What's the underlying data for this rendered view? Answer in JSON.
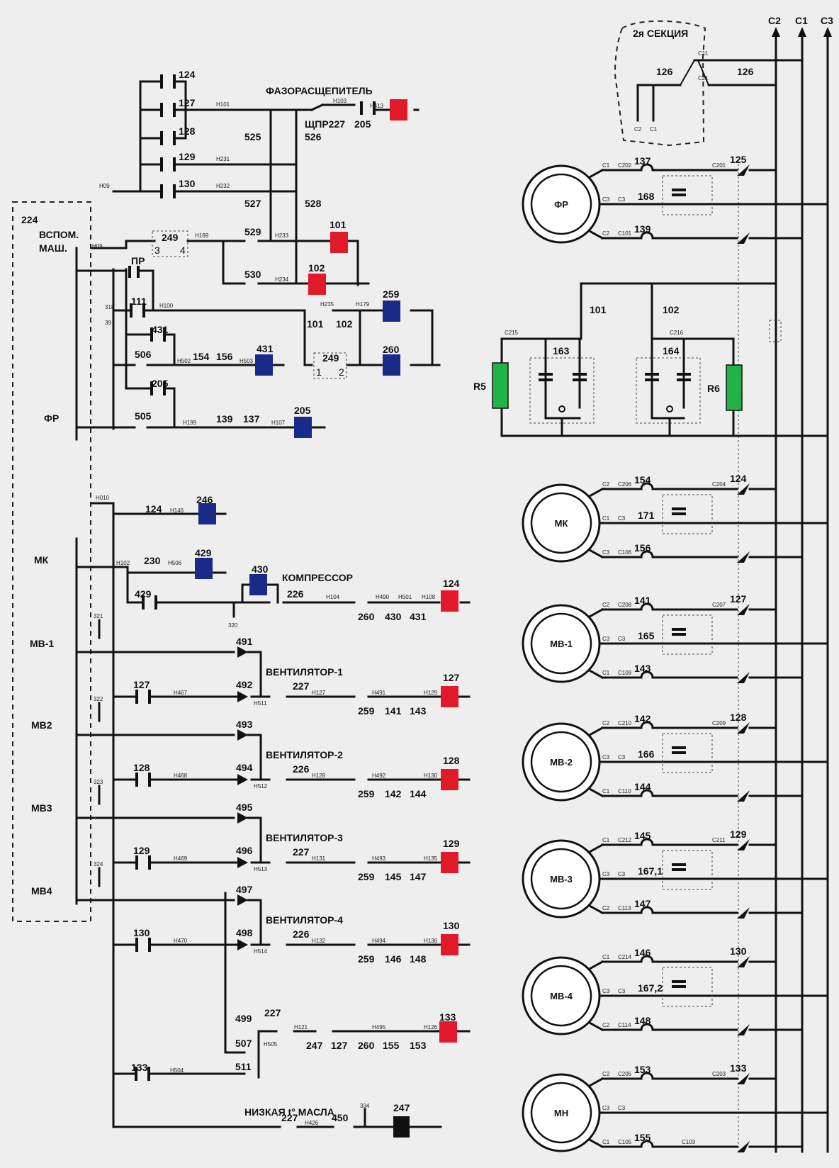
{
  "bus": {
    "c2": "C2",
    "c1": "C1",
    "c3": "C3"
  },
  "section2": {
    "title": "2я СЕКЦИЯ",
    "num_left": "126",
    "num_right": "126",
    "c11": "C11",
    "c21": "C21",
    "c2": "C2",
    "c1": "C1"
  },
  "control": {
    "phase_splitter": "ФАЗОРАСЩЕПИТЕЛЬ",
    "shchpr": "ЩПР227",
    "n205": "205",
    "aux_box": "224",
    "aux_label_1": "ВСПОМ.",
    "aux_label_2": "МАШ.",
    "pr": "ПР",
    "fr": "ФР",
    "mk": "МК",
    "mv1": "МВ-1",
    "mv2": "МВ2",
    "mv3": "МВ3",
    "mv4": "МВ4",
    "compressor": "КОМПРЕССОР",
    "fan1": "ВЕНТИЛЯТОР-1",
    "fan2": "ВЕНТИЛЯТОР-2",
    "fan3": "ВЕНТИЛЯТОР-3",
    "fan4": "ВЕНТИЛЯТОР-4",
    "low_oil": "НИЗКАЯ t° МАСЛА"
  },
  "contacts_top": [
    "124",
    "127",
    "128",
    "129",
    "130"
  ],
  "wires": {
    "h101": "H101",
    "h103": "H103",
    "h413": "H413",
    "h231": "H231",
    "h232": "H232",
    "h09a": "H09",
    "h09b": "H09",
    "h169": "H169",
    "h233": "H233",
    "h234": "H234",
    "h100": "H100",
    "h235": "H235",
    "h179": "H179",
    "h502": "H502",
    "h503": "H503",
    "h199": "H199",
    "h107": "H107",
    "h010": "H010",
    "h146": "H146",
    "h102": "H102",
    "h506": "H506",
    "h104": "H104",
    "h490": "H490",
    "h501": "H501",
    "h108": "H108",
    "h467": "H467",
    "h511": "H511",
    "h127": "H127",
    "h491": "H491",
    "h129": "H129",
    "h468": "H468",
    "h512": "H512",
    "h128": "H128",
    "h492": "H492",
    "h130": "H130",
    "h469": "H469",
    "h513": "H513",
    "h131": "H131",
    "h493": "H493",
    "h135": "H135",
    "h470": "H470",
    "h514": "H514",
    "h132": "H132",
    "h494": "H494",
    "h136": "H136",
    "h121": "H121",
    "h495": "H495",
    "h126": "H126",
    "h505": "H505",
    "h504": "H504",
    "h426": "H426"
  },
  "nums": {
    "d525": "525",
    "d526": "526",
    "d527": "527",
    "d528": "528",
    "d529": "529",
    "d530": "530",
    "k249a": "249",
    "k249a_3": "3",
    "k249a_4": "4",
    "coil101": "101",
    "coil102": "102",
    "n111": "111",
    "n101": "101",
    "n102": "102",
    "coil259": "259",
    "coil260": "260",
    "k249b": "249",
    "k249b_1": "1",
    "k249b_2": "2",
    "n318": "318",
    "n39": "39",
    "n431": "431",
    "d506": "506",
    "n154": "154",
    "n156": "156",
    "coil431": "431",
    "n205b": "205",
    "d505": "505",
    "n139": "139",
    "n137": "137",
    "coil205": "205",
    "n124": "124",
    "coil246": "246",
    "n230": "230",
    "coil429": "429",
    "coil430": "430",
    "n429": "429",
    "n226a": "226",
    "n320": "320",
    "c260": "260",
    "c430": "430",
    "c431": "431",
    "coil124": "124",
    "n321": "321",
    "d491": "491",
    "n127": "127",
    "d492": "492",
    "n227a": "227",
    "s259a": "259",
    "s141": "141",
    "s143": "143",
    "coil127": "127",
    "n322": "322",
    "d493": "493",
    "n128": "128",
    "d494": "494",
    "n226b": "226",
    "s259b": "259",
    "s142": "142",
    "s144": "144",
    "coil128": "128",
    "n323": "323",
    "d495": "495",
    "n129": "129",
    "d496": "496",
    "n227b": "227",
    "s259c": "259",
    "s145": "145",
    "s147": "147",
    "coil129": "129",
    "n324": "324",
    "d497": "497",
    "n130": "130",
    "d498": "498",
    "n226c": "226",
    "s259d": "259",
    "s146": "146",
    "s148": "148",
    "coil130": "130",
    "d499": "499",
    "n227c": "227",
    "d507": "507",
    "s247": "247",
    "s127": "127",
    "s260": "260",
    "s155": "155",
    "s153": "153",
    "coil133": "133",
    "n133": "133",
    "d511": "511",
    "n334": "334",
    "n227d": "227",
    "n450": "450",
    "coil247": "247"
  },
  "power": {
    "fr": {
      "name": "ФР",
      "cap": "168",
      "top_num": "137",
      "k": "125",
      "low_num": "139",
      "w1": "C1",
      "w2": "C202",
      "w3": "C201",
      "w4": "C3",
      "w5": "C3",
      "w6": "C2",
      "w7": "C101"
    },
    "mk": {
      "name": "МК",
      "cap": "171",
      "top_num": "154",
      "k": "124",
      "low_num": "156",
      "w1": "C2",
      "w2": "C206",
      "w3": "C204",
      "w4": "C1",
      "w5": "C3",
      "w6": "C3",
      "w7": "C106"
    },
    "mv1": {
      "name": "МВ-1",
      "cap": "165",
      "top_num": "141",
      "k": "127",
      "low_num": "143",
      "w1": "C2",
      "w2": "C208",
      "w3": "C207",
      "w4": "C3",
      "w5": "C3",
      "w6": "C1",
      "w7": "C109"
    },
    "mv2": {
      "name": "МВ-2",
      "cap": "166",
      "top_num": "142",
      "k": "128",
      "low_num": "144",
      "w1": "C2",
      "w2": "C210",
      "w3": "C209",
      "w4": "C3",
      "w5": "C3",
      "w6": "C1",
      "w7": "C110"
    },
    "mv3": {
      "name": "МВ-3",
      "cap": "167,1",
      "top_num": "145",
      "k": "129",
      "low_num": "147",
      "w1": "C1",
      "w2": "C212",
      "w3": "C211",
      "w4": "C3",
      "w5": "C3",
      "w6": "C2",
      "w7": "C113"
    },
    "mv4": {
      "name": "МВ-4",
      "cap": "167,2",
      "top_num": "146",
      "k": "130",
      "low_num": "148",
      "w1": "C1",
      "w2": "C214",
      "w3": "",
      "w4": "C3",
      "w5": "C3",
      "w6": "C2",
      "w7": "C114"
    },
    "mn": {
      "name": "МН",
      "cap": "",
      "top_num": "153",
      "k": "133",
      "low_num": "155",
      "w1": "C2",
      "w2": "C205",
      "w3": "C203",
      "w4": "C3",
      "w5": "C3",
      "w6": "C1",
      "w7": "C105",
      "w8": "C103"
    }
  },
  "start": {
    "r5": "R5",
    "r6": "R6",
    "c163": "163",
    "c164": "164",
    "k101": "101",
    "k102": "102",
    "c215": "C215",
    "c216": "C216"
  },
  "colors": {
    "coil_red": "#e0192b",
    "coil_blue": "#1a2a88",
    "resistor_green": "#20b345"
  }
}
